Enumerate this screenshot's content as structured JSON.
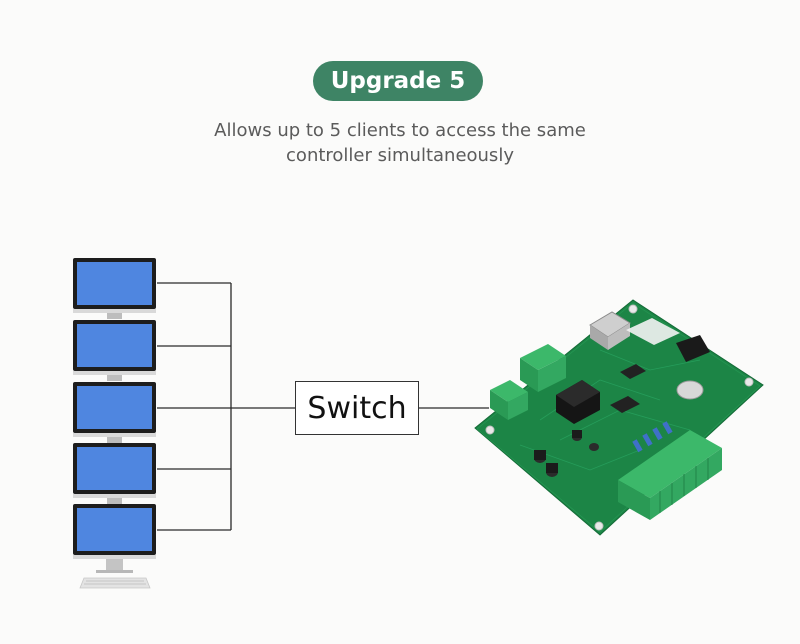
{
  "badge": {
    "label": "Upgrade 5"
  },
  "subtitle": {
    "line1": "Allows up to 5 clients to access the same",
    "line2": "controller simultaneously"
  },
  "switch": {
    "label": "Switch"
  },
  "clients": [
    {
      "icon": "monitor-icon"
    },
    {
      "icon": "monitor-icon"
    },
    {
      "icon": "monitor-icon"
    },
    {
      "icon": "monitor-icon"
    },
    {
      "icon": "monitor-icon"
    }
  ],
  "client_accessories": [
    "keyboard-icon"
  ],
  "controller": {
    "icon": "controller-board-icon"
  },
  "colors": {
    "accent": "#3e8465",
    "screen": "#4f86e0",
    "pcb": "#1f8a4a",
    "terminal": "#2faa5c",
    "line": "#2a2a2a"
  }
}
